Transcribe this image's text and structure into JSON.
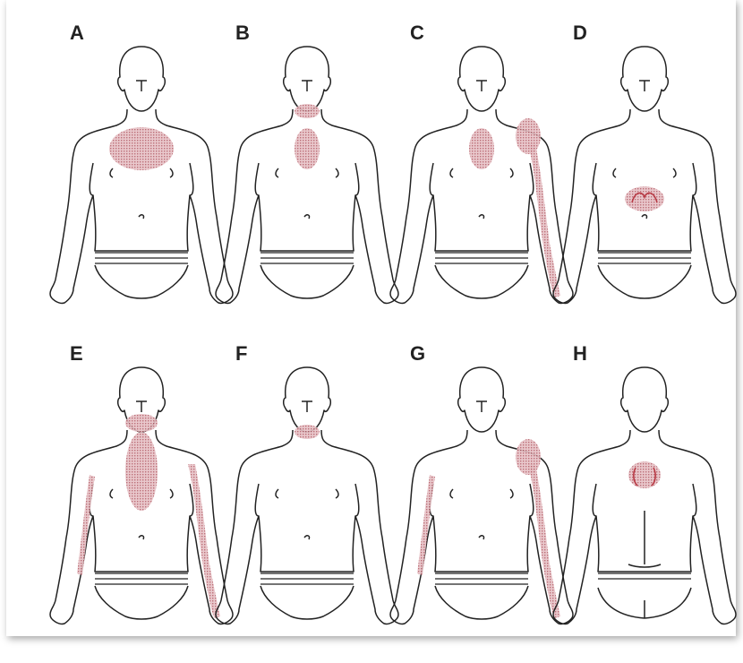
{
  "panels": [
    {
      "label": "A",
      "view": "front",
      "regions": [
        "chest-wide"
      ]
    },
    {
      "label": "B",
      "view": "front",
      "regions": [
        "sternum",
        "neck"
      ]
    },
    {
      "label": "C",
      "view": "front",
      "regions": [
        "sternum",
        "left-shoulder",
        "left-arm"
      ]
    },
    {
      "label": "D",
      "view": "front",
      "regions": [
        "epigastric"
      ]
    },
    {
      "label": "E",
      "view": "front",
      "regions": [
        "jaw",
        "sternum-long",
        "left-arm",
        "right-arm"
      ]
    },
    {
      "label": "F",
      "view": "front",
      "regions": [
        "neck"
      ]
    },
    {
      "label": "G",
      "view": "front",
      "regions": [
        "left-shoulder",
        "left-arm",
        "right-arm"
      ]
    },
    {
      "label": "H",
      "view": "back",
      "regions": [
        "interscapular"
      ]
    }
  ],
  "colors": {
    "shading": "#b4606a",
    "line": "#222222",
    "mark": "#b83a45"
  }
}
